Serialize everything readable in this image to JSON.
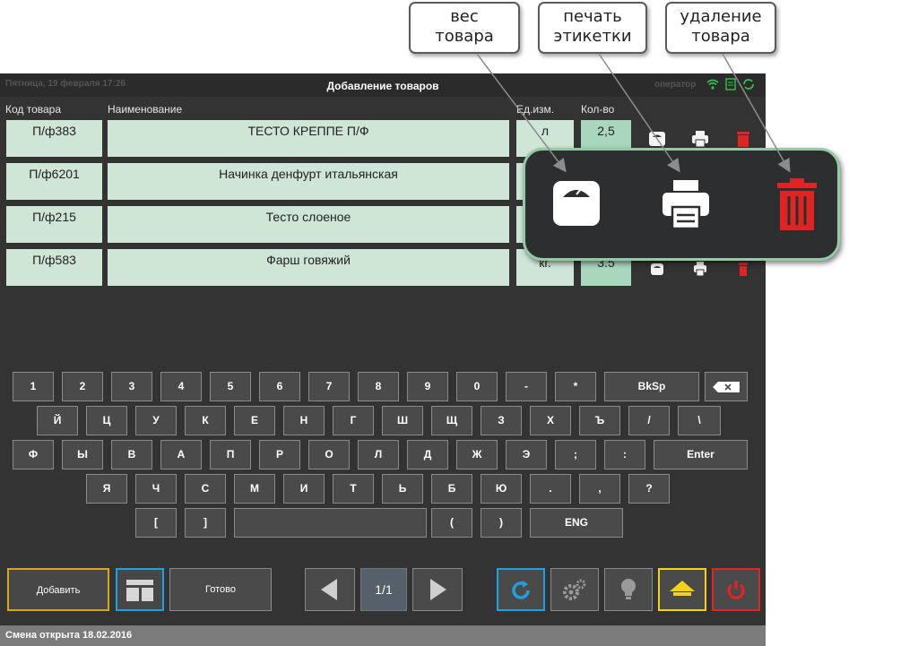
{
  "callouts": {
    "weight": [
      "вес",
      "товара"
    ],
    "print": [
      "печать",
      "этикетки"
    ],
    "delete": [
      "удаление",
      "товара"
    ]
  },
  "titlebar": {
    "date": "Пятница, 19 февраля 17:26",
    "title": "Добавление товаров",
    "operator": "оператор"
  },
  "table": {
    "headers": [
      "Код товара",
      "Наименование",
      "Ед.изм.",
      "Кол-во"
    ],
    "rows": [
      {
        "code": "П/ф383",
        "name": "ТЕСТО КРЕППЕ П/Ф",
        "unit": "л",
        "qty": "2,5"
      },
      {
        "code": "П/ф6201",
        "name": "Начинка денфурт итальянская",
        "unit": "",
        "qty": ""
      },
      {
        "code": "П/ф215",
        "name": "Тесто слоеное",
        "unit": "",
        "qty": ""
      },
      {
        "code": "П/ф583",
        "name": "Фарш говяжий",
        "unit": "кг.",
        "qty": "3.5"
      }
    ]
  },
  "keyboard": {
    "row1": [
      "1",
      "2",
      "3",
      "4",
      "5",
      "6",
      "7",
      "8",
      "9",
      "0",
      "-",
      "*",
      "BkSp"
    ],
    "row2": [
      "Й",
      "Ц",
      "У",
      "К",
      "Е",
      "Н",
      "Г",
      "Ш",
      "Щ",
      "З",
      "Х",
      "Ъ",
      "/",
      "\\"
    ],
    "row3": [
      "Ф",
      "Ы",
      "В",
      "А",
      "П",
      "Р",
      "О",
      "Л",
      "Д",
      "Ж",
      "Э",
      ";",
      ":",
      "Enter"
    ],
    "row4": [
      "Я",
      "Ч",
      "С",
      "М",
      "И",
      "Т",
      "Ь",
      "Б",
      "Ю",
      ".",
      ",",
      "?"
    ],
    "row5": [
      "[",
      "]",
      "",
      "(",
      ")",
      "ENG"
    ]
  },
  "toolbar": {
    "add_label": "Добавить",
    "done_label": "Готово",
    "page": "1/1"
  },
  "statusbar": {
    "text": "Смена открыта 18.02.2016"
  },
  "colors": {
    "cell": "#cfe5d6",
    "accent_green": "#93c9a5",
    "delete_red": "#e02424",
    "refresh_blue": "#1fa0e0",
    "home_yellow": "#f2d21b",
    "power_red": "#e02424"
  }
}
